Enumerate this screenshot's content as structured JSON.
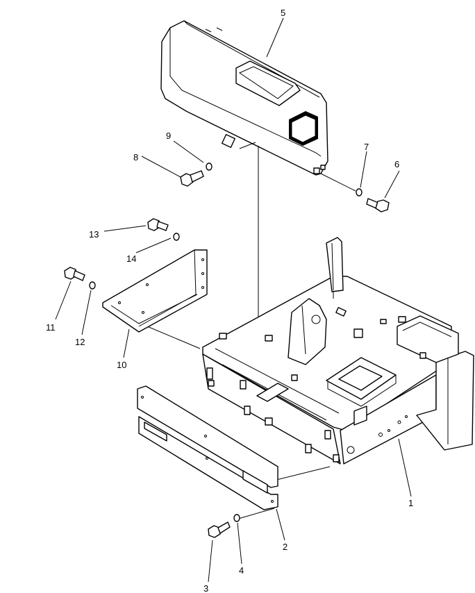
{
  "callouts": [
    {
      "id": "c1",
      "label": "1",
      "part": "main-frame"
    },
    {
      "id": "c2",
      "label": "2",
      "part": "front-cover-plate"
    },
    {
      "id": "c3",
      "label": "3",
      "part": "bolt"
    },
    {
      "id": "c4",
      "label": "4",
      "part": "washer"
    },
    {
      "id": "c5",
      "label": "5",
      "part": "top-cover"
    },
    {
      "id": "c6",
      "label": "6",
      "part": "bolt"
    },
    {
      "id": "c7",
      "label": "7",
      "part": "washer"
    },
    {
      "id": "c8",
      "label": "8",
      "part": "bolt"
    },
    {
      "id": "c9",
      "label": "9",
      "part": "washer"
    },
    {
      "id": "c10",
      "label": "10",
      "part": "side-bracket-plate"
    },
    {
      "id": "c11",
      "label": "11",
      "part": "bolt"
    },
    {
      "id": "c12",
      "label": "12",
      "part": "washer"
    },
    {
      "id": "c13",
      "label": "13",
      "part": "bolt"
    },
    {
      "id": "c14",
      "label": "14",
      "part": "washer"
    }
  ]
}
